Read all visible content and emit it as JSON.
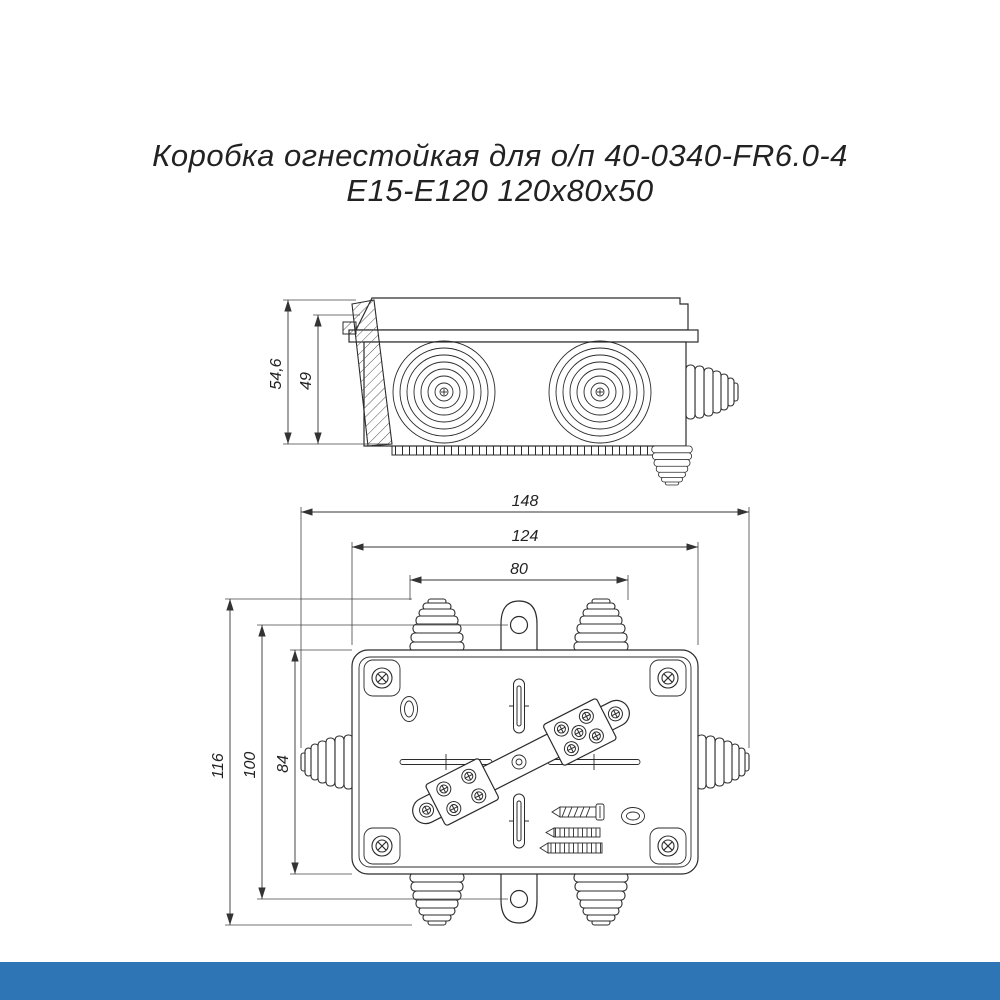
{
  "title": {
    "line1": "Коробка огнестойкая для о/п 40-0340-FR6.0-4",
    "line2": "Е15-Е120 120х80х50"
  },
  "side_view": {
    "dim_total_height": "54,6",
    "dim_body_height": "49"
  },
  "plan_view": {
    "dim_overall_width": "148",
    "dim_box_width": "124",
    "dim_gland_span": "80",
    "dim_overall_height": "116",
    "dim_mount_hole_span": "100",
    "dim_box_height": "84"
  },
  "footer": {
    "bar_color": "#2E75B6"
  }
}
